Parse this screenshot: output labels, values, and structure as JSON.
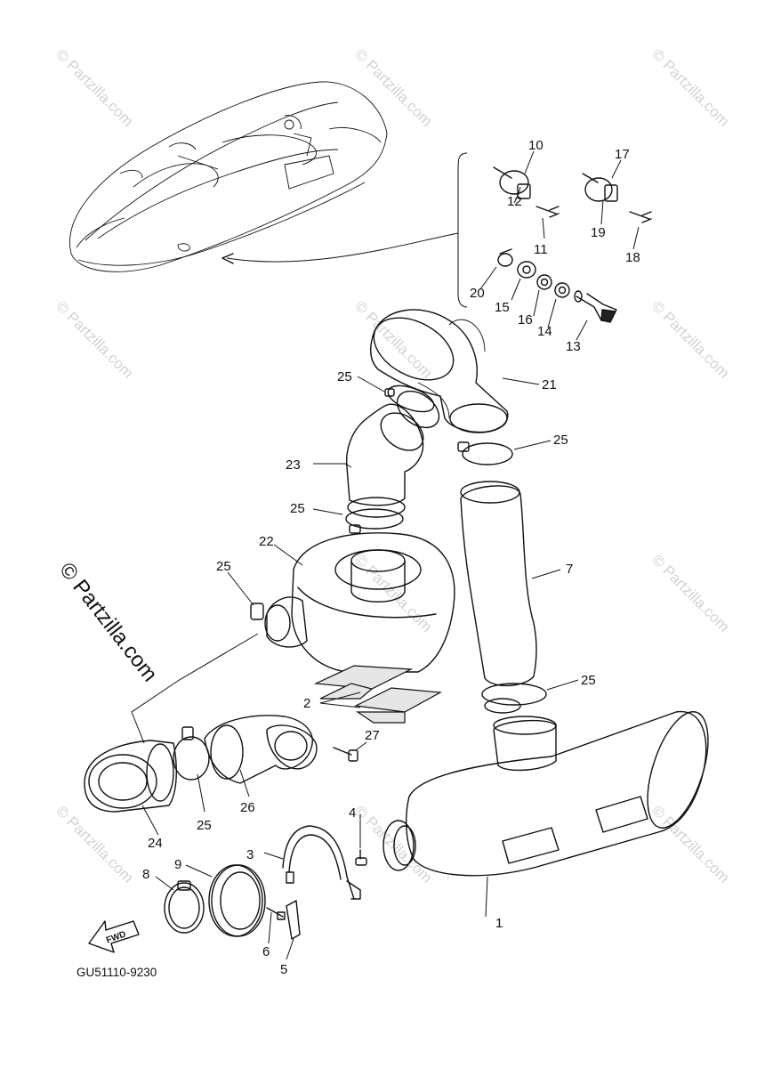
{
  "diagram": {
    "part_code": "GU51110-9230",
    "fwd_label": "FWD",
    "watermark_main": "© Partzilla.com",
    "watermark_small": "© Partzilla.com",
    "callouts": [
      "1",
      "2",
      "3",
      "4",
      "5",
      "6",
      "7",
      "8",
      "9",
      "10",
      "11",
      "12",
      "13",
      "14",
      "15",
      "16",
      "17",
      "18",
      "19",
      "20",
      "21",
      "22",
      "23",
      "24",
      "25",
      "26",
      "27"
    ]
  }
}
